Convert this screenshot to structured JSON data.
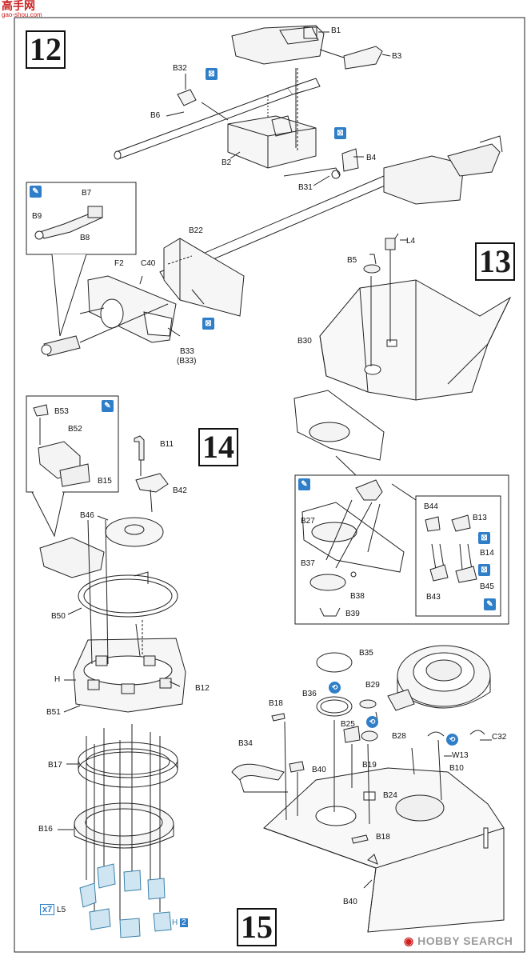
{
  "watermark_top": {
    "brand": "高手网",
    "url": "gao-shou.com"
  },
  "watermark_bottom": {
    "brand": "HOBBY SEARCH"
  },
  "steps": [
    "12",
    "13",
    "14",
    "15"
  ],
  "labels": {
    "B1": "B1",
    "B3": "B3",
    "B32": "B32",
    "B6": "B6",
    "B2": "B2",
    "B4": "B4",
    "B31": "B31",
    "B7": "B7",
    "B9": "B9",
    "B8": "B8",
    "B22": "B22",
    "C40": "C40",
    "F2": "F2",
    "B33": "B33",
    "B33p": "(B33)",
    "L4": "L4",
    "B5": "B5",
    "B30": "B30",
    "B53": "B53",
    "B52": "B52",
    "B15": "B15",
    "B11": "B11",
    "B42": "B42",
    "B46": "B46",
    "B50": "B50",
    "H": "H",
    "B12": "B12",
    "B51": "B51",
    "B17": "B17",
    "B16": "B16",
    "L5": "L5",
    "L5qty": "x7",
    "H2": "H",
    "H2n": "2",
    "B44": "B44",
    "B13": "B13",
    "B14": "B14",
    "B27": "B27",
    "B37": "B37",
    "B38": "B38",
    "B39": "B39",
    "B43": "B43",
    "B45": "B45",
    "B35": "B35",
    "B36": "B36",
    "B29": "B29",
    "B18a": "B18",
    "B25": "B25",
    "B28": "B28",
    "C32": "C32",
    "W13": "W13",
    "B34": "B34",
    "B40a": "B40",
    "B19": "B19",
    "B10": "B10",
    "B24": "B24",
    "B18b": "B18",
    "B40b": "B40"
  }
}
